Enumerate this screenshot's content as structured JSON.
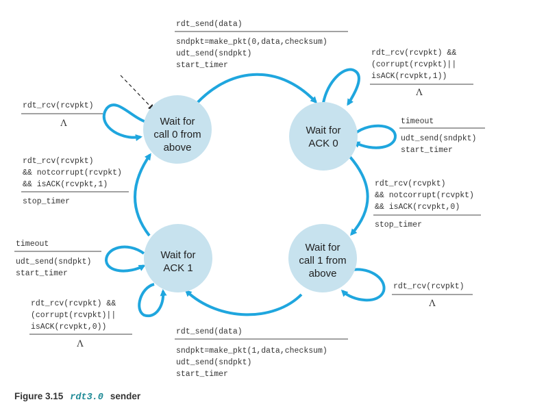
{
  "colors": {
    "state_fill": "#c7e2ee",
    "arrow": "#1fa6de",
    "text": "#333333",
    "caption_code": "#1f8a96"
  },
  "states": {
    "wait_call0": [
      "Wait for",
      "call 0 from",
      "above"
    ],
    "wait_ack0": [
      "Wait for",
      "ACK 0"
    ],
    "wait_call1": [
      "Wait for",
      "call 1 from",
      "above"
    ],
    "wait_ack1": [
      "Wait for",
      "ACK 1"
    ]
  },
  "transitions": {
    "call0_to_ack0": {
      "event": "rdt_send(data)",
      "actions": [
        "sndpkt=make_pkt(0,data,checksum)",
        "udt_send(sndpkt)",
        "start_timer"
      ]
    },
    "ack0_self_corrupt": {
      "event": [
        "rdt_rcv(rcvpkt) &&",
        "(corrupt(rcvpkt)||",
        "isACK(rcvpkt,1))"
      ],
      "action": "Λ"
    },
    "ack0_timeout": {
      "event": "timeout",
      "actions": [
        "udt_send(sndpkt)",
        "start_timer"
      ]
    },
    "ack0_to_call1": {
      "event": [
        "rdt_rcv(rcvpkt)",
        "&& notcorrupt(rcvpkt)",
        "&& isACK(rcvpkt,0)"
      ],
      "action": "stop_timer"
    },
    "call1_self": {
      "event": "rdt_rcv(rcvpkt)",
      "action": "Λ"
    },
    "call1_to_ack1": {
      "event": "rdt_send(data)",
      "actions": [
        "sndpkt=make_pkt(1,data,checksum)",
        "udt_send(sndpkt)",
        "start_timer"
      ]
    },
    "ack1_self_corrupt": {
      "event": [
        "rdt_rcv(rcvpkt) &&",
        "(corrupt(rcvpkt)||",
        "isACK(rcvpkt,0))"
      ],
      "action": "Λ"
    },
    "ack1_timeout": {
      "event": "timeout",
      "actions": [
        "udt_send(sndpkt)",
        "start_timer"
      ]
    },
    "ack1_to_call0": {
      "event": [
        "rdt_rcv(rcvpkt)",
        "&& notcorrupt(rcvpkt)",
        "&& isACK(rcvpkt,1)"
      ],
      "action": "stop_timer"
    },
    "call0_self": {
      "event": "rdt_rcv(rcvpkt)",
      "action": "Λ"
    }
  },
  "caption": {
    "label": "Figure 3.15",
    "code": "rdt3.0",
    "suffix": "sender"
  }
}
